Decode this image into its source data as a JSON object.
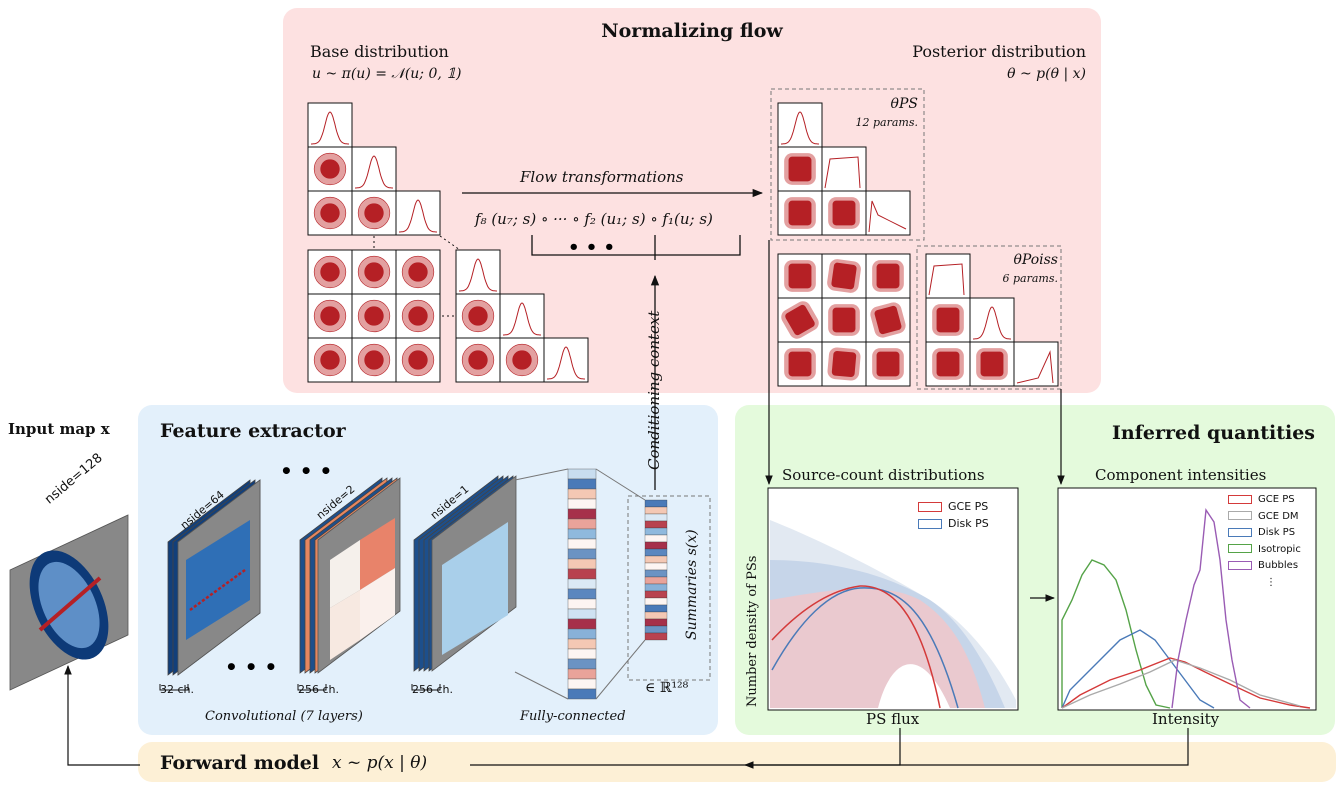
{
  "flow": {
    "title": "Normalizing flow",
    "base_title": "Base distribution",
    "base_formula": "u ~ π(u) = 𝒩(u; 0, 𝟙)",
    "posterior_title": "Posterior distribution",
    "posterior_formula": "θ ~ p(θ | x)",
    "transform_label": "Flow transformations",
    "composition": "f₈ (u₇; s) ∘ ··· ∘ f₂ (u₁; s) ∘ f₁(u; s)",
    "ps_label": "θPS",
    "ps_params": "12 params.",
    "poiss_label": "θPoiss",
    "poiss_params": "6 params."
  },
  "conditioning_label": "Conditioning context",
  "input": {
    "title": "Input map x",
    "nside": "nside=128"
  },
  "extractor": {
    "title": "Feature extractor",
    "nside_64": "nside=64",
    "nside_2": "nside=2",
    "nside_1": "nside=1",
    "ch_32": "32 ch.",
    "ch_256a": "256 ch.",
    "ch_256b": "256 ch.",
    "conv_label": "Convolutional (7 layers)",
    "fc_label": "Fully-connected",
    "summaries_label": "Summaries s(x)",
    "summaries_space": "∈ ℝ¹²⁸"
  },
  "inferred": {
    "title": "Inferred quantities",
    "scd_title": "Source-count distributions",
    "scd_ylabel": "Number density of PSs",
    "scd_xlabel": "PS flux",
    "scd_legend": [
      "GCE PS",
      "Disk PS"
    ],
    "int_title": "Component intensities",
    "int_xlabel": "Intensity",
    "int_legend": [
      "GCE PS",
      "GCE DM",
      "Disk PS",
      "Isotropic",
      "Bubbles"
    ],
    "int_legend_more": "⋮"
  },
  "forward": {
    "title": "Forward model",
    "formula": "x ~ p(x | θ)"
  },
  "colors": {
    "flow_bg": "#fde1e1",
    "extractor_bg": "#e3f0fb",
    "inferred_bg": "#e4fadc",
    "forward_bg": "#fdf0d6",
    "dark_red": "#b52025",
    "light_red": "#e3a0a0",
    "gce_ps": "#d43a3a",
    "gce_dm": "#aaaaaa",
    "disk_ps": "#4a7ab8",
    "isotropic": "#55a348",
    "bubbles": "#9a5cb4"
  }
}
